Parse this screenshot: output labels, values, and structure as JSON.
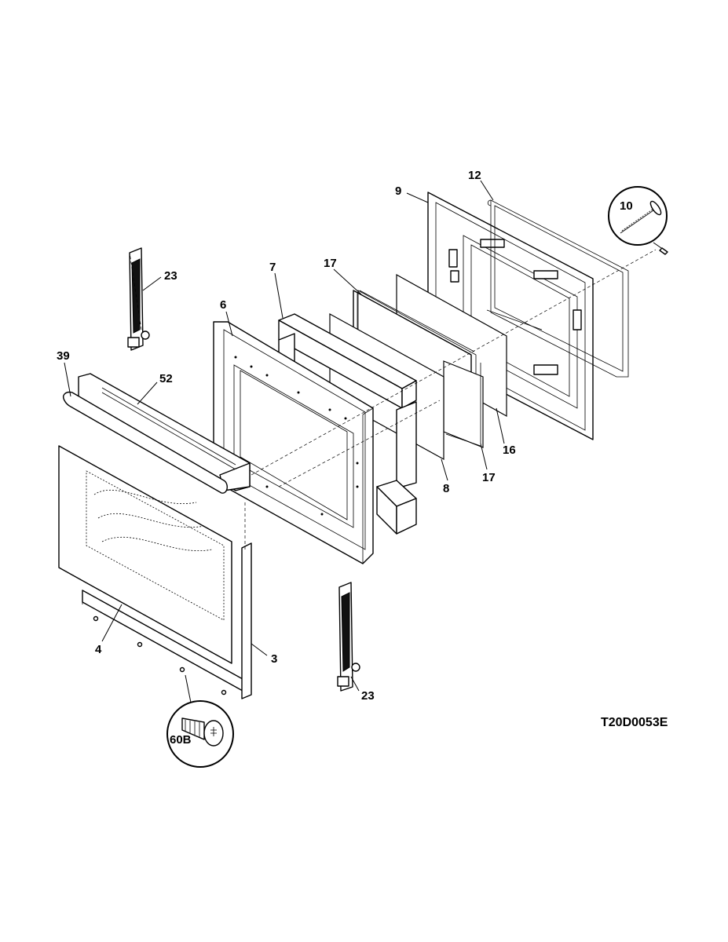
{
  "diagram": {
    "code": "T20D0053E",
    "callouts": {
      "p9": "9",
      "p12": "12",
      "p10": "10",
      "p23a": "23",
      "p7": "7",
      "p17a": "17",
      "p6": "6",
      "p39": "39",
      "p52": "52",
      "p16": "16",
      "p17b": "17",
      "p8": "8",
      "p4": "4",
      "p3": "3",
      "p23b": "23",
      "p60b": "60B"
    }
  }
}
